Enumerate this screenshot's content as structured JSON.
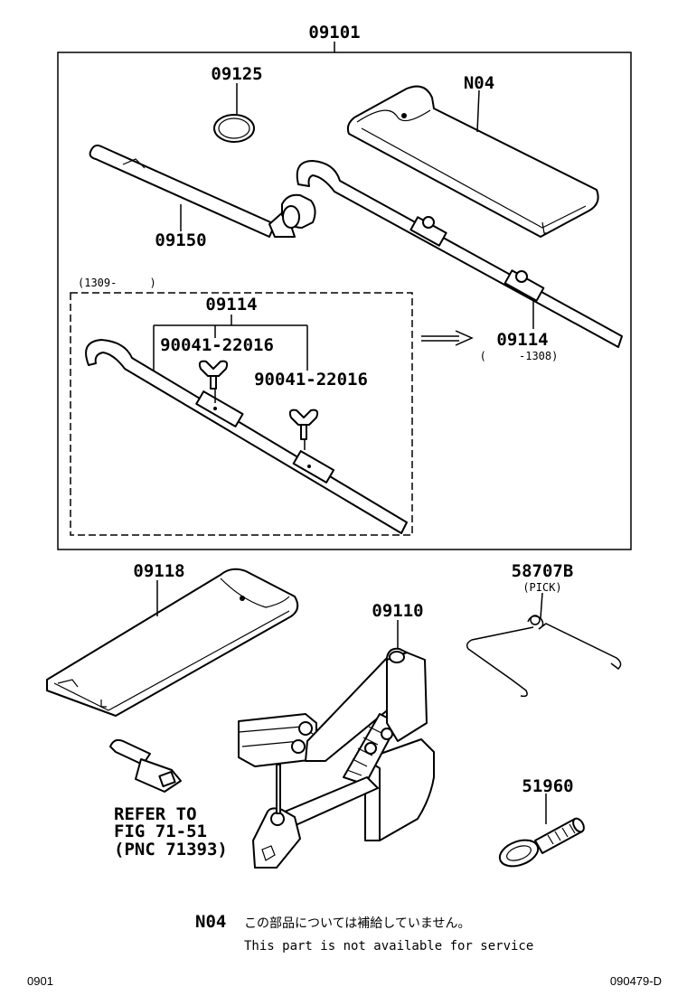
{
  "labels": {
    "kit": "09101",
    "ring": "09125",
    "bag_top": "N04",
    "handle": "09150",
    "range_new": "(1309-     )",
    "rod_new": "09114",
    "bolt_1": "90041-22016",
    "bolt_2": "90041-22016",
    "rod_old": "09114",
    "range_old": "(     -1308)",
    "bag_lower": "09118",
    "hook": "58707B",
    "hook_note": "(PICK)",
    "jack": "09110",
    "tow_eye": "51960",
    "refer_1": "REFER TO",
    "refer_2": "FIG 71-51",
    "refer_3": "(PNC 71393)"
  },
  "note": {
    "code": "N04",
    "jp": "この部品については補給していません。",
    "en": "This part is not available for service"
  },
  "footer": {
    "left": "0901",
    "right": "090479-D"
  }
}
